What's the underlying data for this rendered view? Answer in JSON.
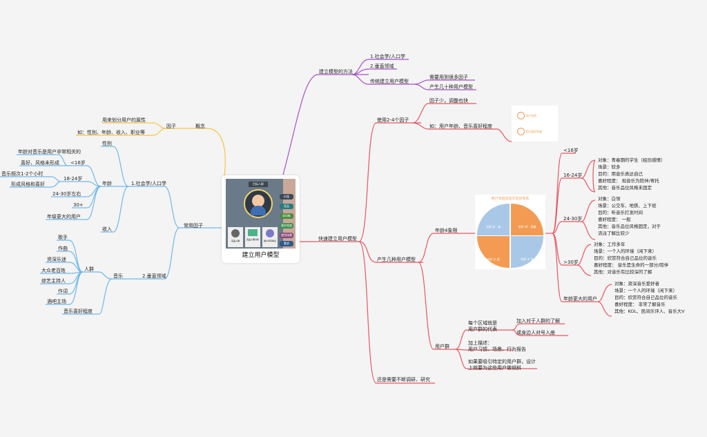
{
  "center": {
    "title": "建立用户模型",
    "panel_badge": "目标人群",
    "chips": [
      "价值",
      "竞品",
      "初印象",
      "喜好程度",
      "使用场景",
      "需求"
    ],
    "cards": [
      "竞品人群",
      "竞品人群分析",
      "用户手写笔记"
    ]
  },
  "method": {
    "label": "建立模型的方法",
    "items": [
      "1.社会学/人口学",
      "2.垂直领域",
      "传统建立用户模型"
    ],
    "traditional": [
      "需要用到很多因子",
      "产生几十种用户模型"
    ]
  },
  "quick": {
    "label": "快速建立用户模型",
    "use": {
      "label": "使用2-4个因子",
      "items": [
        "因子少，调整也快",
        "如：用户年龄、音乐喜好程度"
      ],
      "legend": [
        "用户年龄",
        "音乐喜好程度"
      ]
    },
    "produce": {
      "label": "产生几种用户模型",
      "age": {
        "label": "年龄4象限",
        "chart_title": "用户年龄段音乐喜好体系",
        "quadrants": [
          "年龄 低 - 高",
          "年龄 24 - 高级",
          "年龄 小 高",
          "年龄 小 低"
        ],
        "groups": [
          {
            "label": "<16岁",
            "details": []
          },
          {
            "label": "16-24岁",
            "details": [
              "对象：青春期的学生（经历感情）",
              "场景：较多",
              "目的：用音乐表达自己",
              "喜好程度：  视音乐为陪伴/寄托",
              "其他：音乐品位风格未固定"
            ]
          },
          {
            "label": "24-30岁",
            "details": [
              "对象：白领",
              "场景：公交车、地铁、上下班",
              "目的：听音乐打发时间",
              "喜好程度：  一般",
              "其他：音乐品位风格固定，对于",
              "流派了解比较少"
            ]
          },
          {
            "label": ">30岁",
            "details": [
              "对象：工作多年",
              "场景：一个人的环境（闲下来）",
              "目的：欣赏符合自己品位的音乐",
              "喜好程度：  音乐是生命的一部分/陪伴",
              "其他：对音乐有比较深的了解"
            ]
          },
          {
            "label": "年龄更大的用户",
            "details": [
              "对象：资深音乐爱好者",
              "场景：一个人的环境（闲下来）",
              "目的：欣赏符合自己品位的音乐",
              "喜好程度：  非常了解音乐",
              "其他：KOL、民间乐评人、音乐大V"
            ]
          }
        ]
      },
      "group": {
        "label": "用户群",
        "region": "每个区域就是\n用户群的代表",
        "region_items": [
          "加入对于人群的了解",
          "或身边人对号入座"
        ],
        "desc": "加上描述：\n用户习惯、场景、行为报告",
        "attract": "如果要吸引特定的用户群，设计\n上就要为这些用户做倾斜"
      }
    },
    "more": "还是需要不断调研、研究"
  },
  "concept": {
    "label": "概念",
    "factor": "因子",
    "factor_items": [
      "用来划分用户的属性",
      "如：性别、年龄、收入、职业等"
    ]
  },
  "common": {
    "label": "常用因子",
    "social": {
      "label": "1.社会学/人口学",
      "items": [
        "性别",
        "年龄",
        "收入"
      ],
      "age_items": [
        "<16岁",
        "18-24岁",
        "24-30岁左右",
        "30+",
        "年级更大的用户"
      ],
      "young": [
        "年龄对音乐是用户非常相关的",
        "喜好、风格未形成"
      ],
      "middle": [
        "音乐频次1-2个小时",
        "形成风格和喜好"
      ]
    },
    "vertical": {
      "label": "2.垂直领域",
      "music": "音乐",
      "crowd": "人群",
      "crowd_items": [
        "歌手",
        "作曲",
        "资深乐迷",
        "大众老百姓",
        "综艺主持人",
        "作词",
        "酒吧主场"
      ],
      "preference": "音乐喜好程度"
    }
  },
  "colors": {
    "purple": "#a54fc8",
    "red": "#e8555f",
    "yellow": "#f5c643",
    "blue": "#6fb8ea",
    "orange": "#f39b53",
    "lightblue": "#a9c8e8"
  }
}
